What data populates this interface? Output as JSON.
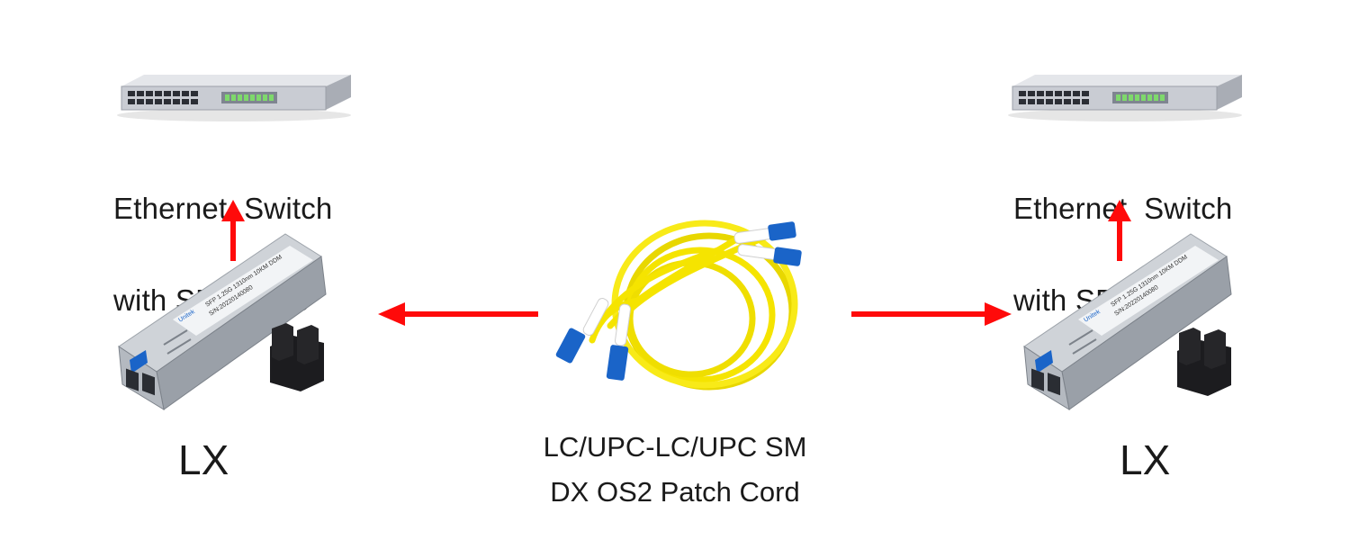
{
  "left": {
    "switch_label_line1": "Ethernet  Switch",
    "switch_label_line2": "with SFP ports",
    "module_text": {
      "line1": "SFP 1.25G  1310nm 10KM  DDM",
      "line2": "S/N:20220140080",
      "brand": "Unitek"
    },
    "module_label": "LX"
  },
  "right": {
    "switch_label_line1": "Ethernet  Switch",
    "switch_label_line2": "with SFP ports",
    "module_text": {
      "line1": "SFP 1.25G  1310nm 10KM  DDM",
      "line2": "S/N:20220140080",
      "brand": "Unitek"
    },
    "module_label": "LX"
  },
  "cord": {
    "label_line1": "LC/UPC-LC/UPC SM",
    "label_line2": "DX OS2 Patch Cord"
  },
  "colors": {
    "arrow": "#ff0a0a",
    "cable": "#f5e400",
    "connector": "#1a64c8",
    "switch_body": "#d3d6dc"
  },
  "icons": [
    "ethernet-switch-icon",
    "sfp-module-icon",
    "dust-cap-icon",
    "fiber-patch-cord-icon",
    "arrow-icon"
  ]
}
